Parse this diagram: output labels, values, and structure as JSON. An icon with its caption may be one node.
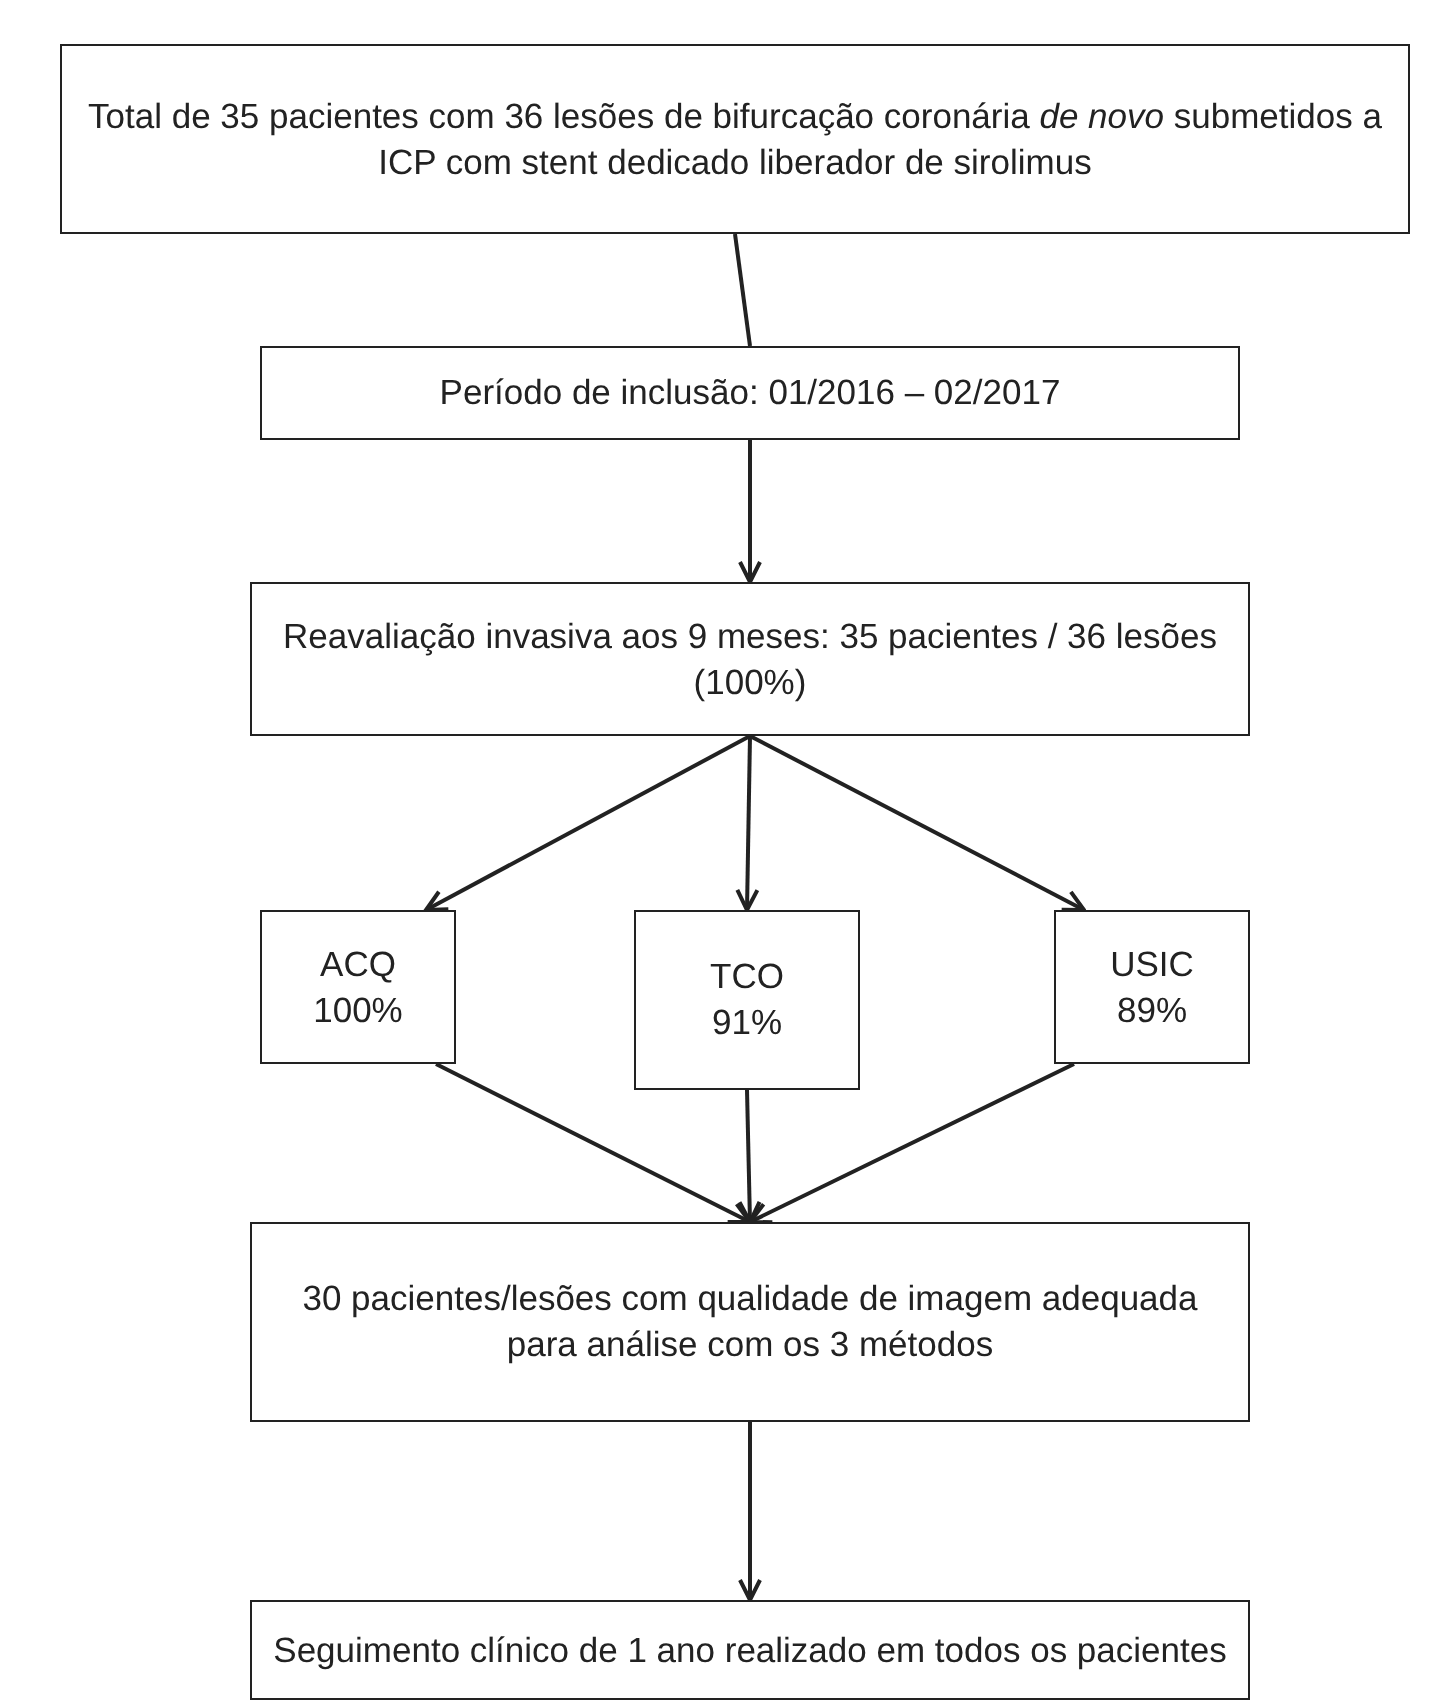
{
  "diagram": {
    "nodes": [
      {
        "text": [
          "Total de 35 pacientes com 36 lesões de bifurcação coronária *de novo* submetidos a ICP com stent dedicado liberador de sirolimus"
        ]
      },
      {
        "text": [
          "Período de inclusão: 01/2016 – 02/2017"
        ]
      },
      {
        "text": [
          "Reavaliação invasiva aos 9 meses: 35 pacientes / 36 lesões (100%)"
        ]
      },
      {
        "text": [
          "ACQ 100%"
        ]
      },
      {
        "text": [
          "TCO 91%"
        ]
      },
      {
        "text": [
          "USIC 89%"
        ]
      },
      {
        "text": [
          "30 pacientes/lesões com qualidade de imagem adequada para análise com os 3 métodos"
        ]
      },
      {
        "text": [
          "Seguimento clínico de 1 ano realizado em todos os pacientes"
        ]
      }
    ],
    "edges": [
      {
        "from": 0,
        "to": 1,
        "arrow": "none"
      },
      {
        "from": 1,
        "to": 2,
        "arrow": "to"
      },
      {
        "from": 2,
        "to": 3,
        "arrow": "to"
      },
      {
        "from": 2,
        "to": 4,
        "arrow": "to"
      },
      {
        "from": 2,
        "to": 5,
        "arrow": "to"
      },
      {
        "from": 3,
        "to": 6,
        "arrow": "to"
      },
      {
        "from": 4,
        "to": 6,
        "arrow": "to"
      },
      {
        "from": 5,
        "to": 6,
        "arrow": "to"
      },
      {
        "from": 6,
        "to": 7,
        "arrow": "to"
      }
    ]
  }
}
